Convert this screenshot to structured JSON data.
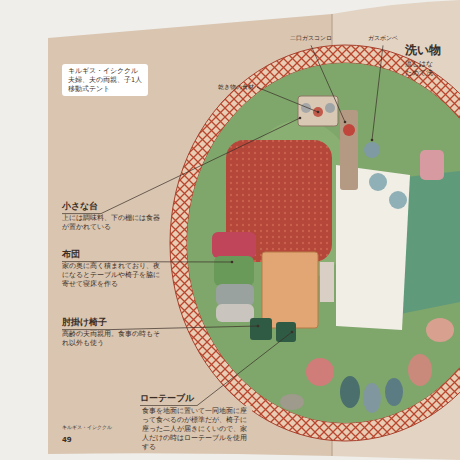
{
  "diagram": {
    "nodes": [
      {
        "text": [
          "キルギス・イシククル",
          "夫婦、夫の両親、子1人",
          "移動式テント"
        ]
      }
    ],
    "labels": [
      "乾き物の食材",
      "二口ガスコンロ",
      "ガスボンベ",
      "洗い物",
      "流しはな ためて洗",
      "小さな台",
      "上には調味料、下の棚には食器が置かれている",
      "布団",
      "家の奥に高く積まれており、夜になるとテーブルや椅子を脇に寄せて寝床を作る",
      "肘掛け椅子",
      "高齢の夫両親用。食事の時もそれ以外も使う",
      "ローテーブル",
      "食事を地面に置いて一同地面に座って食べるのが標準だが、椅子に座った二人が届きにくいので、家人だけの時はローテーブルを使用する",
      "キルギス・イシククル",
      "49"
    ]
  }
}
